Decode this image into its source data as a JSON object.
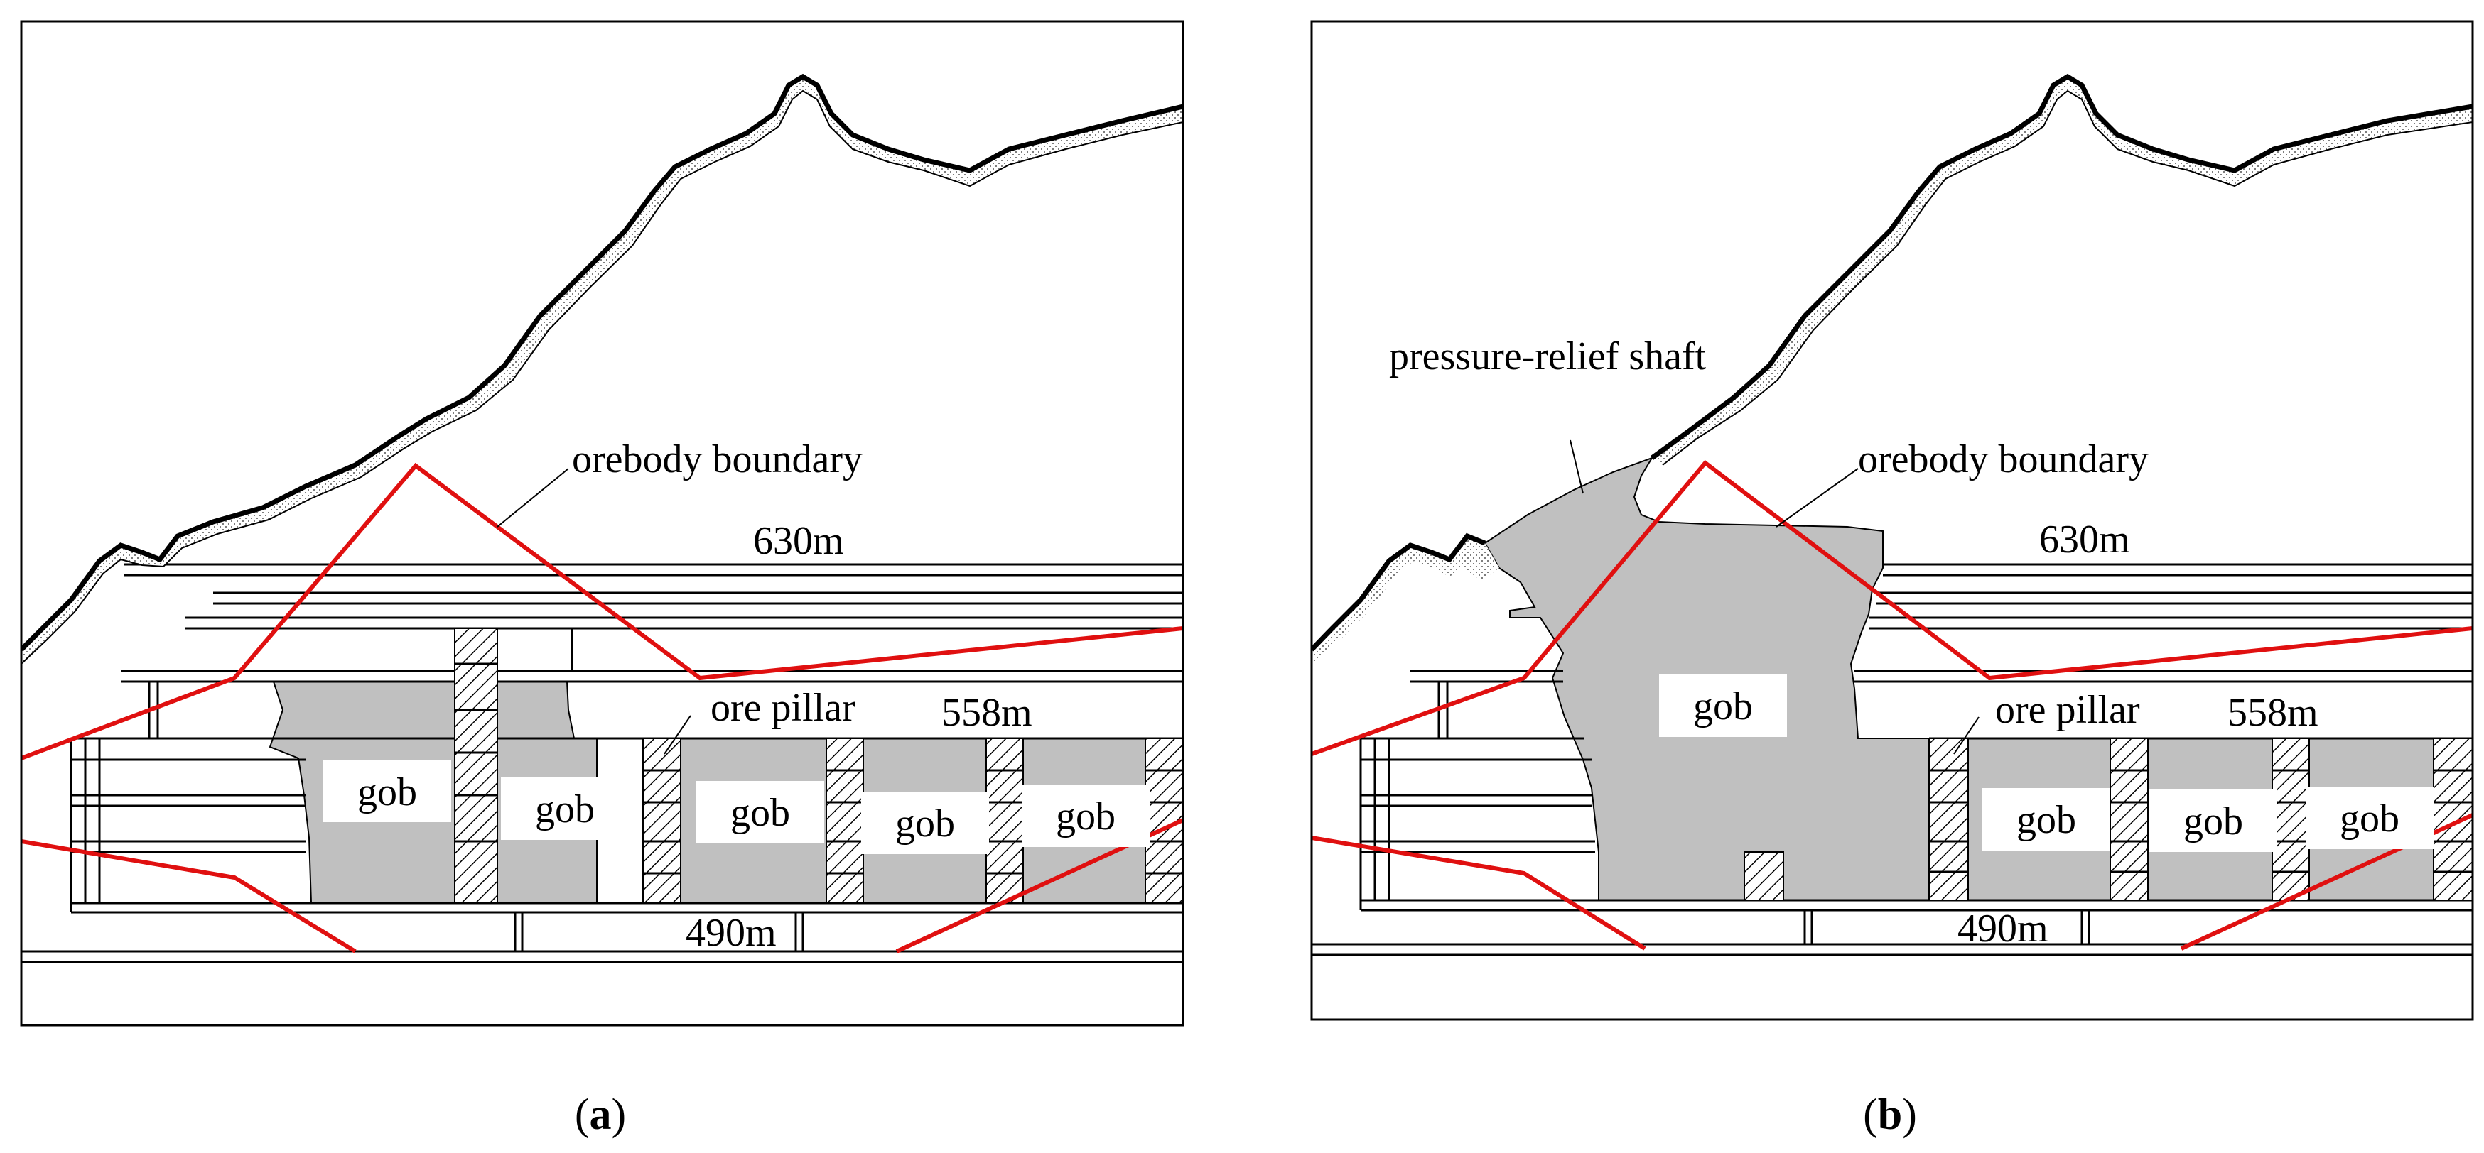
{
  "panels": [
    {
      "id": "a",
      "caption_open": "(",
      "caption_letter": "a",
      "caption_close": ")",
      "labels": {
        "orebody_boundary": "orebody boundary",
        "level_630": "630m",
        "level_558": "558m",
        "level_490": "490m",
        "ore_pillar": "ore pillar",
        "gob": [
          "gob",
          "gob",
          "gob",
          "gob",
          "gob"
        ]
      }
    },
    {
      "id": "b",
      "caption_open": "(",
      "caption_letter": "b",
      "caption_close": ")",
      "labels": {
        "pressure_relief_shaft": "pressure-relief shaft",
        "orebody_boundary": "orebody boundary",
        "level_630": "630m",
        "level_558": "558m",
        "level_490": "490m",
        "ore_pillar": "ore pillar",
        "gob": [
          "gob",
          "gob",
          "gob",
          "gob"
        ]
      }
    }
  ],
  "colors": {
    "boundary_line": "#e01010",
    "gob_fill": "#c0c0c0",
    "outline": "#000000"
  }
}
